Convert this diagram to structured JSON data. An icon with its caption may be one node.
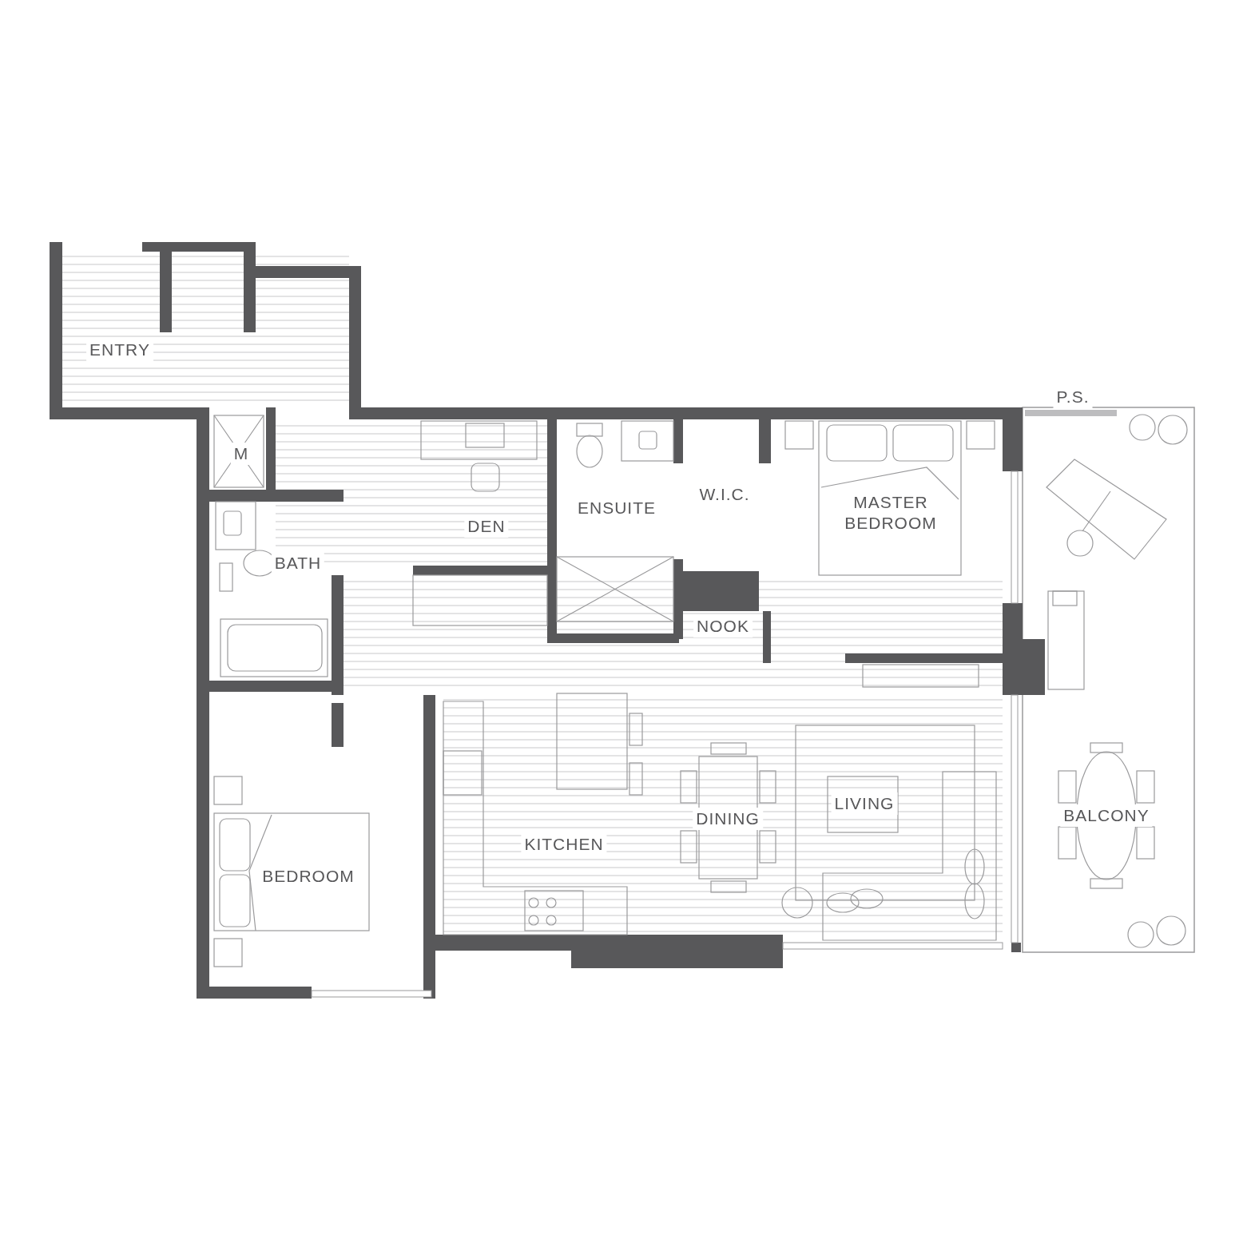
{
  "diagram": {
    "labels": [
      "ENTRY",
      "P.S.",
      "M",
      "W.I.C.",
      "MASTER BEDROOM",
      "ENSUITE",
      "DEN",
      "BATH",
      "NOOK",
      "LIVING",
      "BALCONY",
      "DINING",
      "KITCHEN",
      "BEDROOM"
    ]
  }
}
